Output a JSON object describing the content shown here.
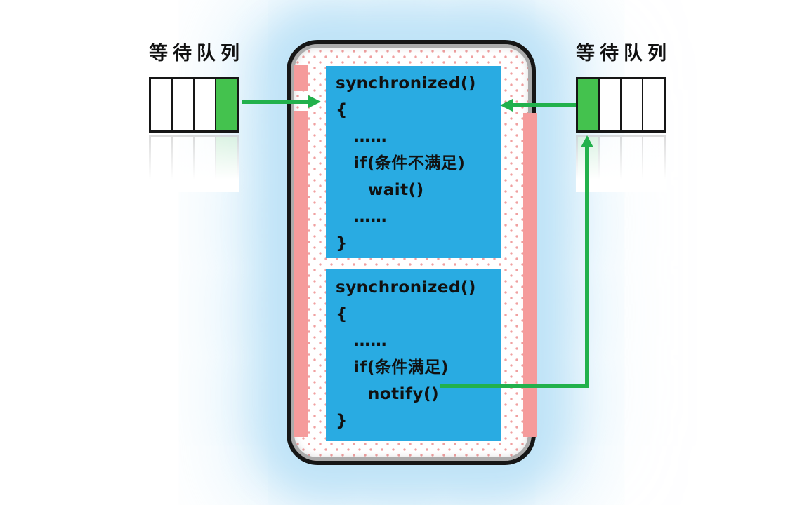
{
  "colors": {
    "blue": "#29abe2",
    "pink": "#f59b9b",
    "dot": "#f0a0a0",
    "green-cell": "#44c24e",
    "green-arrow": "#22b14c",
    "border": "#161616",
    "glow": "#bfe3f7",
    "text": "#111111"
  },
  "left_queue": {
    "label": "等待队列",
    "cells": [
      "empty",
      "empty",
      "empty",
      "occupied"
    ]
  },
  "right_queue": {
    "label": "等待队列",
    "cells": [
      "occupied",
      "empty",
      "empty",
      "empty"
    ]
  },
  "monitor": {
    "block1": {
      "lines": [
        "synchronized()",
        "{",
        "……",
        "if(条件不满足)",
        "wait()",
        "……",
        "}"
      ]
    },
    "block2": {
      "lines": [
        "synchronized()",
        "{",
        "……",
        "if(条件满足)",
        "notify()",
        "}"
      ]
    }
  }
}
